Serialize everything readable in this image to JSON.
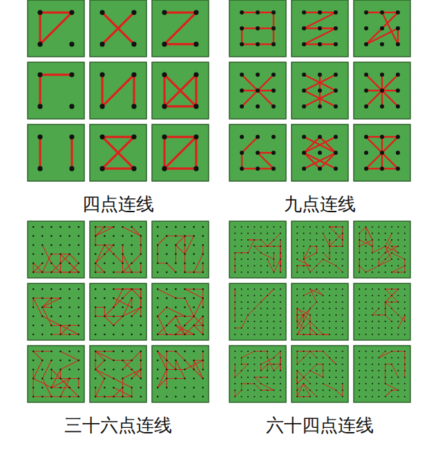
{
  "diagram": {
    "labels": [
      "四点连线",
      "九点连线",
      "三十六点连线",
      "六十四点连线"
    ]
  }
}
